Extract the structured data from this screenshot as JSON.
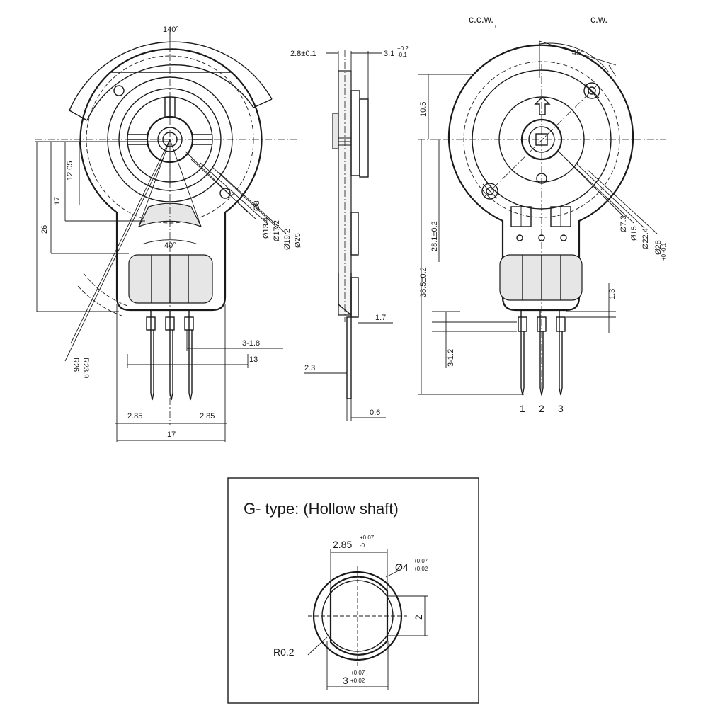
{
  "front_view": {
    "angle_total": "140°",
    "angle_sensor": "40°",
    "dim_12_05": "12.05",
    "dim_17_v": "17",
    "dim_26": "26",
    "dia_8": "Ø8",
    "dia_13_4": "Ø13.4",
    "dia_17_2": "Ø17.2",
    "dia_19_2": "Ø19.2",
    "dia_25": "Ø25",
    "radius_23_9": "R23.9",
    "radius_26": "R26",
    "pin_dim_3_1_8": "3-1.8",
    "dim_13": "13",
    "dim_2_85_left": "2.85",
    "dim_2_85_right": "2.85",
    "dim_17_h": "17"
  },
  "side_view": {
    "dim_2_8": "2.8±0.1",
    "dim_3_1": "3.1",
    "dim_3_1_tol_upper": "+0.2",
    "dim_3_1_tol_lower": "-0.1",
    "dim_1_7": "1.7",
    "dim_2_3": "2.3",
    "dim_0_6": "0.6"
  },
  "rear_view": {
    "ccw_label": "c.c.w.",
    "cw_label": "c.w.",
    "angle_45": "45°",
    "dim_10_5": "10.5",
    "dim_28_1": "28.1±0.2",
    "dim_38_5": "38.5±0.2",
    "dia_7_3": "Ø7.3",
    "dia_15": "Ø15",
    "dia_22_4": "Ø22.4",
    "dia_28": "Ø28",
    "dia_28_tol": "+0 -0.1",
    "dim_1_3": "1.3",
    "pin_dim_3_1_2": "3-1.2",
    "pin_1": "1",
    "pin_2": "2",
    "pin_3": "3"
  },
  "g_type": {
    "title": "G- type: (Hollow shaft)",
    "dim_flat": "2.85",
    "dim_flat_tol_upper": "+0.07",
    "dim_flat_tol_lower": "-0",
    "dia_4": "Ø4",
    "dia_4_tol_upper": "+0.07",
    "dia_4_tol_lower": "+0.02",
    "dim_2": "2",
    "radius": "R0.2",
    "dim_3": "3",
    "dim_3_tol_upper": "+0.07",
    "dim_3_tol_lower": "+0.02"
  }
}
